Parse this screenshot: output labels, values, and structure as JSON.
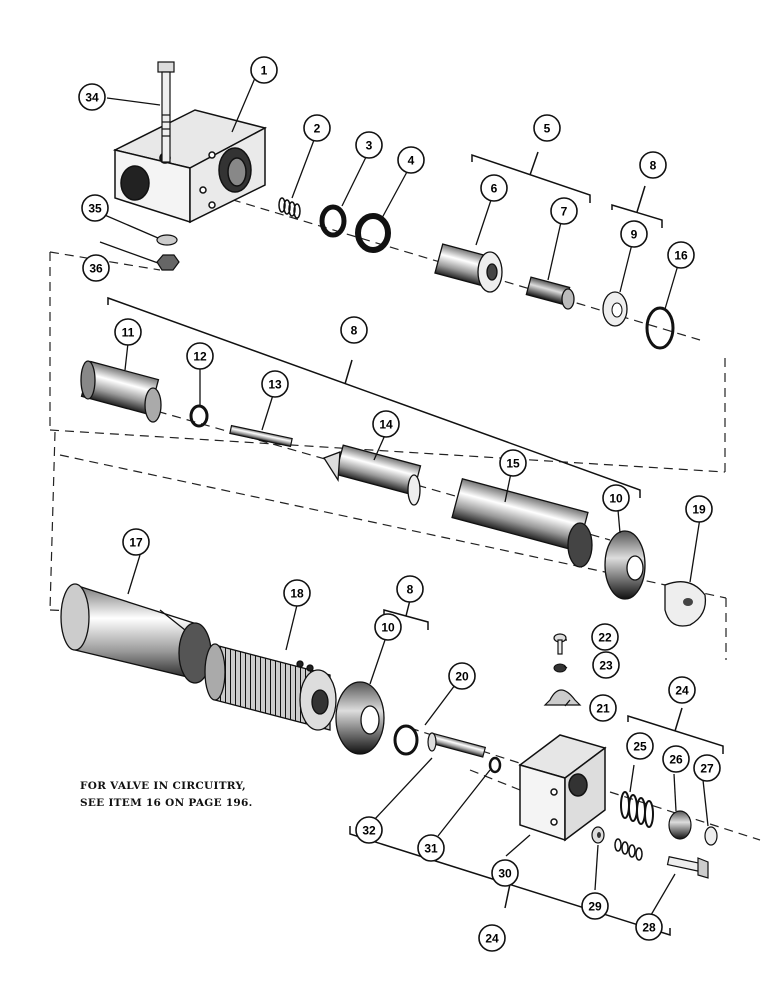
{
  "note": {
    "line1": "FOR VALVE IN CIRCUITRY,",
    "line2": "SEE ITEM 16 ON PAGE 196."
  },
  "callouts": [
    "1",
    "2",
    "3",
    "4",
    "5",
    "6",
    "7",
    "8",
    "9",
    "16",
    "34",
    "35",
    "36",
    "11",
    "12",
    "8",
    "13",
    "14",
    "15",
    "10",
    "19",
    "17",
    "18",
    "8",
    "10",
    "20",
    "22",
    "23",
    "21",
    "24",
    "25",
    "26",
    "27",
    "32",
    "31",
    "30",
    "29",
    "28",
    "24"
  ]
}
